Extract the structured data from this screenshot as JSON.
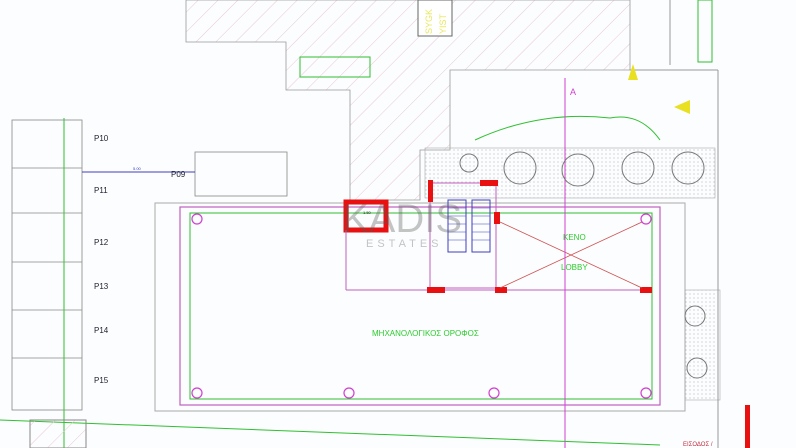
{
  "watermark": {
    "brand": "KADIS",
    "sub": "ESTATES"
  },
  "top_sign": {
    "line1": "SYGK",
    "line2": "YIST"
  },
  "parking": [
    "P10",
    "P11",
    "P12",
    "P13",
    "P14",
    "P15"
  ],
  "parking_p09": "P09",
  "dims": {
    "p09_dim": "5.00",
    "room_dim": "1.50"
  },
  "rooms": {
    "mechanical_floor": "ΜΗΧΑΝΟΛΟΓΙΚΟΣ ΟΡΟΦΟΣ",
    "void": "KENO",
    "lobby": "LOBBY"
  },
  "section_marker": "A",
  "entrance_label": "ΕΙΣΟΔΟΣ /",
  "colors": {
    "wall": "#e81010",
    "magenta": "#d040d0",
    "green": "#30c030",
    "blue": "#4040c0"
  }
}
